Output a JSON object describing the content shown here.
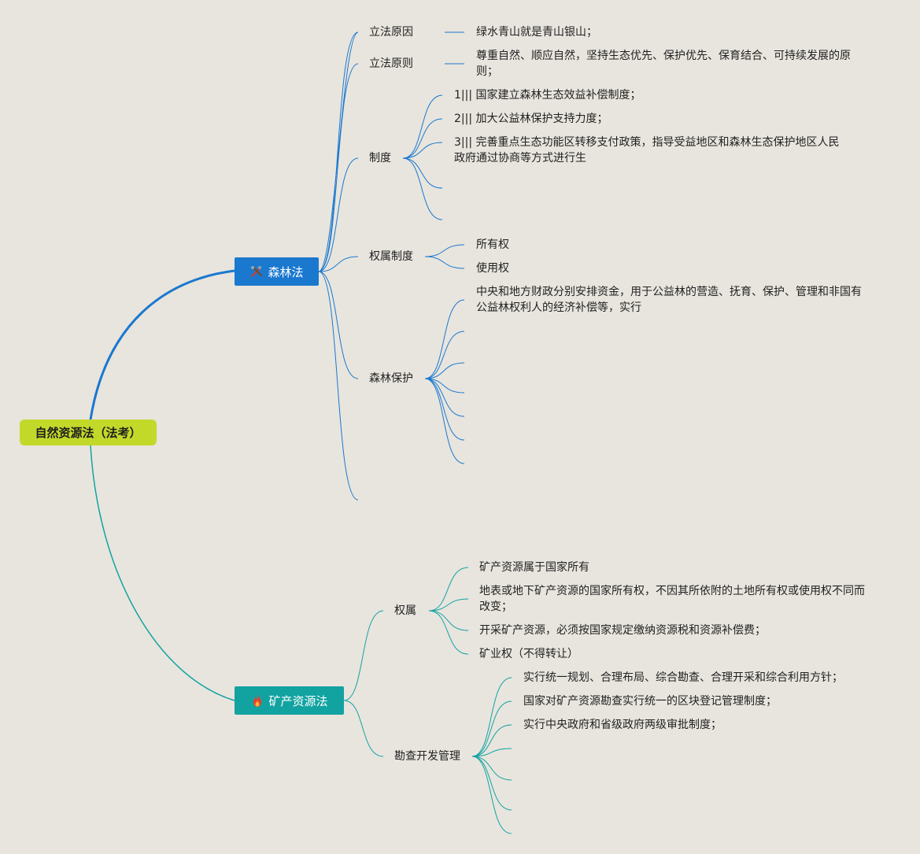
{
  "root": {
    "label": "自然资源法（法考）"
  },
  "forest": {
    "label": "森林法",
    "icon": "crossed-tools-icon",
    "color": "#1b78cf",
    "reason": {
      "label": "立法原因",
      "detail": "绿水青山就是青山银山；"
    },
    "principle": {
      "label": "立法原则",
      "detail": "尊重自然、顺应自然，坚持生态优先、保护优先、保育结合、可持续发展的原则；"
    },
    "system": {
      "label": "制度",
      "items": [
        "1||| 国家建立森林生态效益补偿制度；",
        "2||| 加大公益林保护支持力度；",
        "3||| 完善重点生态功能区转移支付政策，指导受益地区和森林生态保护地区人民政府通过协商等方式进行生"
      ]
    },
    "ownership": {
      "label": "权属制度",
      "items": [
        "所有权",
        "使用权"
      ]
    },
    "protection": {
      "label": "森林保护",
      "items": [
        "中央和地方财政分别安排资金，用于公益林的营造、抚育、保护、管理和非国有公益林权利人的经济补偿等，实行"
      ]
    }
  },
  "mineral": {
    "label": "矿产资源法",
    "icon": "flame-icon",
    "color": "#12a3a1",
    "ownership": {
      "label": "权属",
      "items": [
        "矿产资源属于国家所有",
        "地表或地下矿产资源的国家所有权，不因其所依附的土地所有权或使用权不同而改变；",
        "开采矿产资源，必须按国家规定缴纳资源税和资源补偿费；",
        "矿业权（不得转让）"
      ]
    },
    "exploration": {
      "label": "勘查开发管理",
      "items": [
        "实行统一规划、合理布局、综合勘查、合理开采和综合利用方针；",
        "国家对矿产资源勘查实行统一的区块登记管理制度；",
        "实行中央政府和省级政府两级审批制度；"
      ]
    }
  }
}
